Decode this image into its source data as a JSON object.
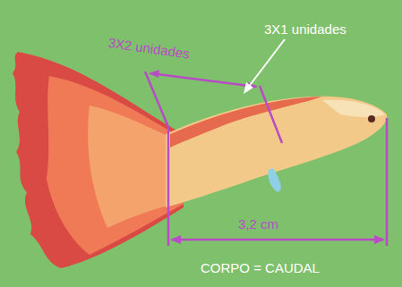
{
  "diagram": {
    "labels": [
      "3X2 unidades",
      "3X1 unidades",
      "3,2 cm",
      "CORPO = CAUDAL"
    ]
  }
}
